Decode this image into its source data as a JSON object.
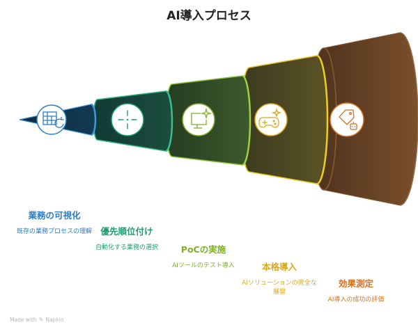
{
  "title": "AI導入プロセス",
  "stages": [
    {
      "heading": "業務の可視化",
      "description": "既存の業務プロセスの理解",
      "icon": "process-flow-icon",
      "color": "#2d7dc0"
    },
    {
      "heading": "優先順位付け",
      "description": "自動化する業務の選択",
      "icon": "crosshair-icon",
      "color": "#1f9f70"
    },
    {
      "heading": "PoCの実施",
      "description": "AIツールのテスト導入",
      "icon": "monitor-sparkle-icon",
      "color": "#7fae2b"
    },
    {
      "heading": "本格導入",
      "description": "AIソリューションの完全な展開",
      "icon": "gamepad-sparkle-icon",
      "color": "#d9a81e"
    },
    {
      "heading": "効果測定",
      "description": "AI導入の成功の評価",
      "icon": "tag-robot-icon",
      "color": "#d5711f"
    }
  ],
  "footer": {
    "text": "Made with",
    "brand": "Napkin"
  }
}
